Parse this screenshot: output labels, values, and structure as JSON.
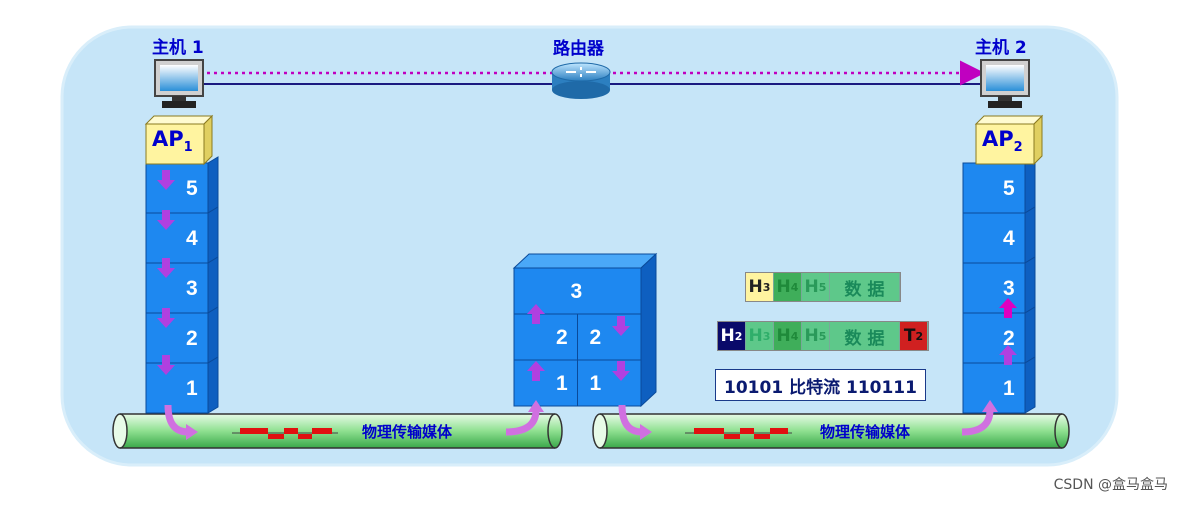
{
  "labels": {
    "host1": "主机 1",
    "router": "路由器",
    "host2": "主机 2",
    "medium_left": "物理传输媒体",
    "medium_right": "物理传输媒体"
  },
  "ap1": {
    "main": "AP",
    "sub": "1"
  },
  "ap2": {
    "main": "AP",
    "sub": "2"
  },
  "host1_layers": [
    "5",
    "4",
    "3",
    "2",
    "1"
  ],
  "host2_layers": [
    "5",
    "4",
    "3",
    "2",
    "1"
  ],
  "router_layers": {
    "top": "3",
    "left": [
      "2",
      "1"
    ],
    "right": [
      "2",
      "1"
    ]
  },
  "pdu_row1": [
    {
      "main": "H",
      "sub": "3"
    },
    {
      "main": "H",
      "sub": "4"
    },
    {
      "main": "H",
      "sub": "5"
    },
    {
      "main": "数 据",
      "sub": ""
    }
  ],
  "pdu_row2": [
    {
      "main": "H",
      "sub": "2"
    },
    {
      "main": "H",
      "sub": "3"
    },
    {
      "main": "H",
      "sub": "4"
    },
    {
      "main": "H",
      "sub": "5"
    },
    {
      "main": "数 据",
      "sub": ""
    },
    {
      "main": "T",
      "sub": "2"
    }
  ],
  "bitstream": "10101 比特流 110111",
  "watermark": "CSDN @盒马盒马",
  "colors": {
    "background_panel": "#c8e6f8",
    "layer_blue": "#1e88f0",
    "arrow_purple": "#b040e0",
    "medium_green": "#9fe7a0",
    "ap_yellow": "#fff4a0",
    "h2_navy": "#0a0a6a",
    "t2_red": "#d02020",
    "h3_yellow": "#fff4a0",
    "h_green": "#5ec88a",
    "label_blue": "#0000cc"
  }
}
